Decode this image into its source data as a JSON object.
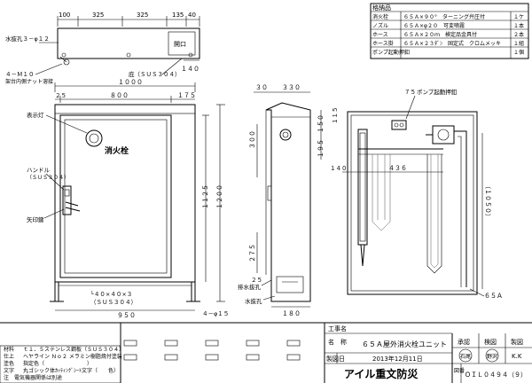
{
  "parts_table": {
    "title": "格納品",
    "rows": [
      {
        "name": "消火栓",
        "spec": "６５Ａ×９０°　ターニング弁圧付",
        "qty": "１ケ"
      },
      {
        "name": "ノズル",
        "spec": "６５Ａ×φ２０　可変噴霧",
        "qty": "１本"
      },
      {
        "name": "ホース",
        "spec": "６５Ａ×２０ｍ　検定品金具付",
        "qty": "２本"
      },
      {
        "name": "ホース掛",
        "spec": "６５Ａ×２３ﾀﾞﾝ　固定式　クロムメッキ",
        "qty": "１組"
      },
      {
        "name": "ポンプ起動押釦",
        "spec": "",
        "qty": "１個"
      }
    ]
  },
  "front_view": {
    "top_dims": [
      "100",
      "325",
      "325",
      "135",
      "40"
    ],
    "drain": "水抜孔３－φ１２",
    "nut": "４－Ｍ１０",
    "nut2": "架台内側ナット溶接",
    "eave": "庇（ＳＵＳ３０４）",
    "open": "開口",
    "d140": "１４０",
    "d1000": "１０００",
    "d25": "２５",
    "d800": "８００",
    "d175": "１７５",
    "lamp": "表示灯",
    "door_label": "消火栓",
    "handle": "ハンドル",
    "handle2": "（ＳＵＳ３０４）",
    "key": "矢印鍵",
    "d1200": "１２００",
    "d1125": "１１２５",
    "angle": "└４０×４０×３",
    "angle2": "（ＳＵＳ３０４）",
    "d950": "９５０",
    "holes": "４－φ１５"
  },
  "side_view": {
    "d30": "３０",
    "d330": "３３０",
    "d150": "１５０",
    "d195": "１９５",
    "d300": "３００",
    "d275": "２７５",
    "d25": "２５",
    "drain": "排水抜孔",
    "drain2": "水抜孔",
    "d180": "１８０"
  },
  "inside_view": {
    "d75": "７５",
    "pump": "ポンプ起動押釦",
    "d115": "１１５",
    "d140": "１４０",
    "d436": "４３６",
    "d1050": "（１０５０）",
    "d65a": "６５Ａ"
  },
  "title_block": {
    "material_label": "材料",
    "material": "ｔ１．５ステンレス鋼板（ＳＵＳ３０４）",
    "finish_label": "仕上",
    "finish": "ヘヤライン Ｎｏ２ メラミン樹脂焼付塗装",
    "color_label": "塗色",
    "color": "指定色（　　　　　　　　）",
    "text_label": "文字",
    "text": "丸ゴシック体ｶｯﾃｨﾝｸﾞｼｰﾄ文字（　　色）",
    "note": "注　電気機器関係は別途",
    "project_label": "工事名",
    "name_label": "名　称",
    "name": "６５Ａ屋外消火栓ユニット",
    "date_label": "製図日",
    "date": "2013年12月11日",
    "company": "アイル重文防災",
    "drawing_no_label": "図番",
    "drawing_no": "ＯＩＬ０４９４（９）",
    "approve": "承認",
    "check": "検図",
    "draft": "製図",
    "seal1": "石尾",
    "seal2": "野沢",
    "seal3": "K.K"
  }
}
